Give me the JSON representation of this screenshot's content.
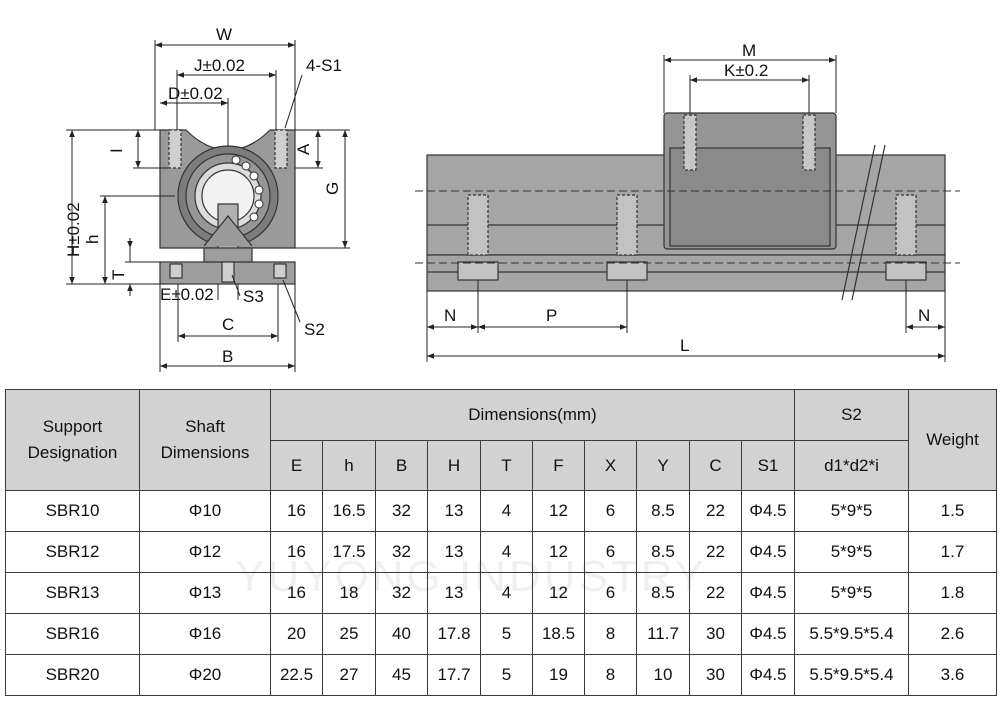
{
  "drawing": {
    "left_view": {
      "labels": {
        "W": "W",
        "J": "J±0.02",
        "S1": "4-S1",
        "D": "D±0.02",
        "I": "I",
        "A": "A",
        "G": "G",
        "H": "H±0.02",
        "h": "h",
        "T": "T",
        "E": "E±0.02",
        "S3": "S3",
        "S2": "S2",
        "C": "C",
        "B": "B"
      }
    },
    "right_view": {
      "labels": {
        "M": "M",
        "K": "K±0.2",
        "N_left": "N",
        "P": "P",
        "N_right": "N",
        "L": "L"
      }
    }
  },
  "watermark": "YUYONG INDUSTRY",
  "table": {
    "header": {
      "support": "Support\nDesignation",
      "shaft": "Shaft\nDimensions",
      "dimensions": "Dimensions(mm)",
      "s2": "S2",
      "weight": "Weight",
      "columns": [
        "E",
        "h",
        "B",
        "H",
        "T",
        "F",
        "X",
        "Y",
        "C",
        "S1"
      ],
      "s2_sub": "d1*d2*i"
    },
    "rows": [
      [
        "SBR10",
        "Φ10",
        "16",
        "16.5",
        "32",
        "13",
        "4",
        "12",
        "6",
        "8.5",
        "22",
        "Φ4.5",
        "5*9*5",
        "1.5"
      ],
      [
        "SBR12",
        "Φ12",
        "16",
        "17.5",
        "32",
        "13",
        "4",
        "12",
        "6",
        "8.5",
        "22",
        "Φ4.5",
        "5*9*5",
        "1.7"
      ],
      [
        "SBR13",
        "Φ13",
        "16",
        "18",
        "32",
        "13",
        "4",
        "12",
        "6",
        "8.5",
        "22",
        "Φ4.5",
        "5*9*5",
        "1.8"
      ],
      [
        "SBR16",
        "Φ16",
        "20",
        "25",
        "40",
        "17.8",
        "5",
        "18.5",
        "8",
        "11.7",
        "30",
        "Φ4.5",
        "5.5*9.5*5.4",
        "2.6"
      ],
      [
        "SBR20",
        "Φ20",
        "22.5",
        "27",
        "45",
        "17.7",
        "5",
        "19",
        "8",
        "10",
        "30",
        "Φ4.5",
        "5.5*9.5*5.4",
        "3.6"
      ]
    ]
  }
}
